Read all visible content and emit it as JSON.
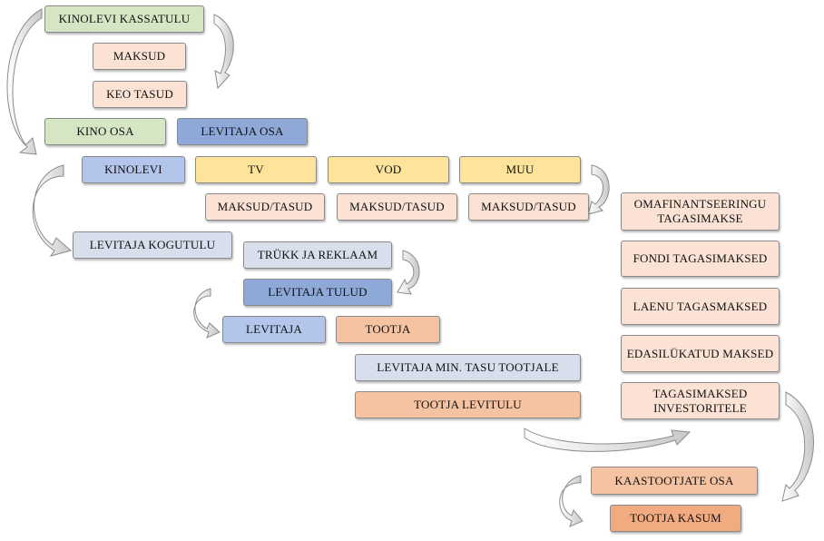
{
  "flow": {
    "kinolevi_kassatulu": "KINOLEVI KASSATULU",
    "maksud": "MAKSUD",
    "keo_tasud": "KEO TASUD",
    "kino_osa": "KINO OSA",
    "levitaja_osa": "LEVITAJA OSA",
    "kinolevi": "KINOLEVI",
    "tv": "TV",
    "vod": "VOD",
    "muu": "MUU",
    "maksud_tasud_tv": "MAKSUD/TASUD",
    "maksud_tasud_vod": "MAKSUD/TASUD",
    "maksud_tasud_muu": "MAKSUD/TASUD",
    "levitaja_kogutulu": "LEVITAJA KOGUTULU",
    "trukk_ja_reklaam": "TRÜKK JA REKLAAM",
    "levitaja_tulud": "LEVITAJA TULUD",
    "levitaja": "LEVITAJA",
    "tootja": "TOOTJA",
    "levitaja_min_tasu": "LEVITAJA MIN. TASU TOOTJALE",
    "tootja_levitulu": "TOOTJA LEVITULU",
    "omafinantseeringu": "OMAFINANTSEERINGU TAGASIMAKSE",
    "fondi_tagasimaksed": "FONDI TAGASIMAKSED",
    "laenu_tagasmaksed": "LAENU TAGASMAKSED",
    "edasilukatud_maksed": "EDASILÜKATUD MAKSED",
    "tagasimaksed_investoritele": "TAGASIMAKSED INVESTORITELE",
    "kaastootjate_osa": "KAASTOOTJATE OSA",
    "tootja_kasum": "TOOTJA KASUM"
  },
  "colors": {
    "arrow_fill": "#f2f2f2",
    "arrow_stroke": "#8c8c8c"
  }
}
